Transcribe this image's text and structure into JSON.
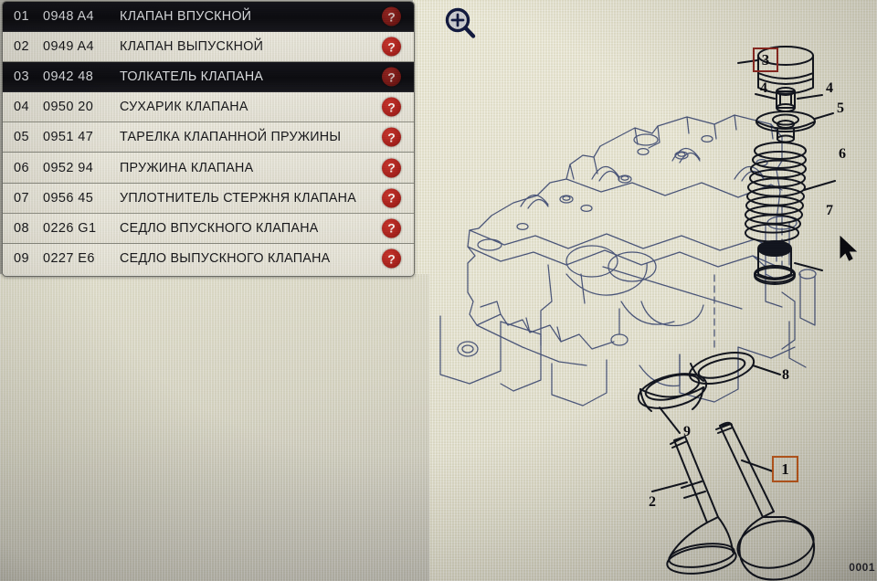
{
  "app": {
    "background_color": "#9a9a93",
    "paper_color": "#e4e2d0",
    "line_art_color": "#3b4566"
  },
  "parts_list": {
    "name": "parts-list-panel",
    "columns": [
      "index",
      "part_number",
      "description",
      "help"
    ],
    "rows": [
      {
        "index": "01",
        "code": "0948 A4",
        "name": "КЛАПАН ВПУСКНОЙ",
        "help": "?",
        "selected": true
      },
      {
        "index": "02",
        "code": "0949 A4",
        "name": "КЛАПАН ВЫПУСКНОЙ",
        "help": "?",
        "selected": false
      },
      {
        "index": "03",
        "code": "0942 48",
        "name": "ТОЛКАТЕЛЬ КЛАПАНА",
        "help": "?",
        "selected": true
      },
      {
        "index": "04",
        "code": "0950 20",
        "name": "СУХАРИК КЛАПАНА",
        "help": "?",
        "selected": false
      },
      {
        "index": "05",
        "code": "0951 47",
        "name": "ТАРЕЛКА КЛАПАННОЙ ПРУЖИНЫ",
        "help": "?",
        "selected": false
      },
      {
        "index": "06",
        "code": "0952 94",
        "name": "ПРУЖИНА КЛАПАНА",
        "help": "?",
        "selected": false
      },
      {
        "index": "07",
        "code": "0956 45",
        "name": "УПЛОТНИТЕЛЬ СТЕРЖНЯ КЛАПАНА",
        "help": "?",
        "selected": false
      },
      {
        "index": "08",
        "code": "0226 G1",
        "name": "СЕДЛО ВПУСКНОГО КЛАПАНА",
        "help": "?",
        "selected": false
      },
      {
        "index": "09",
        "code": "0227 E6",
        "name": "СЕДЛО ВЫПУСКНОГО КЛАПАНА",
        "help": "?",
        "selected": false
      }
    ],
    "help_badge_color": "#a5211c",
    "selected_row_color": "#101016"
  },
  "toolbar": {
    "zoom_in_icon": "magnifier-plus-icon",
    "zoom_icon_color": "#1b2450"
  },
  "diagram": {
    "title": "valve-train-exploded-view",
    "callouts": [
      {
        "id": "callout-1",
        "label": "1",
        "boxed": true,
        "box_color": "#c05a1e"
      },
      {
        "id": "callout-2",
        "label": "2",
        "boxed": false
      },
      {
        "id": "callout-3",
        "label": "3",
        "boxed": true,
        "box_color": "#8e2a23"
      },
      {
        "id": "callout-4a",
        "label": "4",
        "boxed": false
      },
      {
        "id": "callout-4b",
        "label": "4",
        "boxed": false
      },
      {
        "id": "callout-5",
        "label": "5",
        "boxed": false
      },
      {
        "id": "callout-6",
        "label": "6",
        "boxed": false
      },
      {
        "id": "callout-7",
        "label": "7",
        "boxed": false
      },
      {
        "id": "callout-8",
        "label": "8",
        "boxed": false
      },
      {
        "id": "callout-9",
        "label": "9",
        "boxed": false
      }
    ],
    "corner_code": "0001"
  },
  "cursor": {
    "type": "arrow-pointer"
  }
}
